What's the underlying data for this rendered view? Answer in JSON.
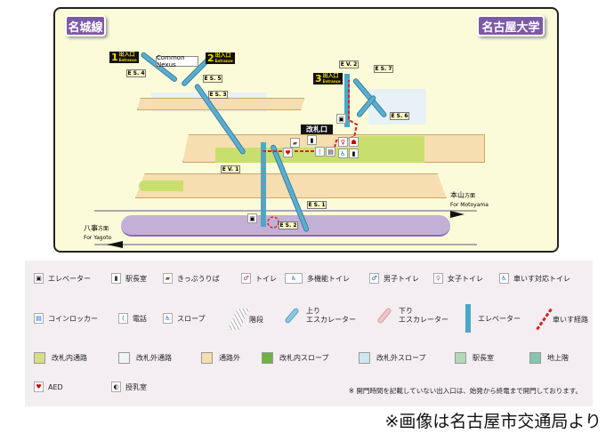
{
  "map": {
    "line_name": "名城線",
    "station_name": "名古屋大学",
    "exits": [
      {
        "num": "1",
        "label": "出入口",
        "en": "Entrance"
      },
      {
        "num": "2",
        "label": "出入口",
        "en": "Entrance"
      },
      {
        "num": "3",
        "label": "出入口",
        "en": "Entrance"
      }
    ],
    "common_nexus": "Common Nexus",
    "ticket_gate": "改札口",
    "tags": {
      "es1": "E S. 1",
      "es2": "E S. 2",
      "es3": "E S. 3",
      "es4": "E S. 4",
      "es5": "E S. 5",
      "es6": "E S. 6",
      "es7": "E S. 7",
      "ev1": "E V. 1",
      "ev2": "E V. 2"
    },
    "dir_right": {
      "name": "本山",
      "suffix": "方面",
      "en": "For Motoyama"
    },
    "dir_left": {
      "name": "八事",
      "suffix": "方面",
      "en": "For Yagoto"
    }
  },
  "legend": {
    "row1": [
      "エレベーター",
      "駅長室",
      "きっぷうりば",
      "トイレ",
      "多機能トイレ",
      "男子トイレ",
      "女子トイレ",
      "車いす対応トイレ"
    ],
    "row2": [
      "コインロッカー",
      "電話",
      "スロープ",
      "階段",
      "上り\nエスカレーター",
      "下り\nエスカレーター",
      "エレベーター",
      "車いす経路"
    ],
    "row3": [
      "改札内通路",
      "改札外通路",
      "通路外",
      "改札内スロープ",
      "改札外スロープ",
      "駅長室",
      "地上階"
    ],
    "row3_colors": [
      "#d6e07e",
      "#eef4f8",
      "#f6deb0",
      "#6db33f",
      "#cde6f4",
      "#b3d9b8",
      "#86c5b0"
    ],
    "row4": [
      "AED",
      "授乳室"
    ],
    "note": "※ 開門時間を記載していない出入口は、始発から終電まで開門しております。"
  },
  "credit": "※画像は名古屋市交通局より"
}
